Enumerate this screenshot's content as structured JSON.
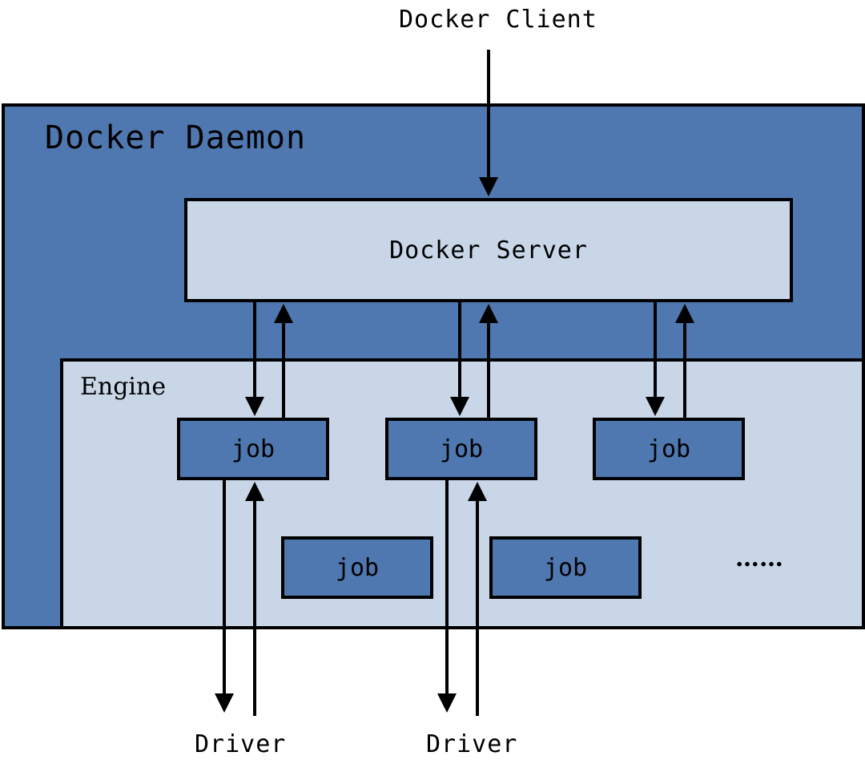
{
  "colors": {
    "daemon_fill": "#4f78b0",
    "engine_fill": "#c9d6e8",
    "server_fill": "#c9d6e8",
    "job_fill": "#4f78b0",
    "stroke": "#000000"
  },
  "client": {
    "label": "Docker Client"
  },
  "daemon": {
    "title": "Docker Daemon"
  },
  "server": {
    "label": "Docker Server"
  },
  "engine": {
    "label": "Engine",
    "jobs": [
      {
        "label": "job"
      },
      {
        "label": "job"
      },
      {
        "label": "job"
      },
      {
        "label": "job"
      },
      {
        "label": "job"
      }
    ],
    "ellipsis": "……"
  },
  "drivers": [
    {
      "label": "Driver"
    },
    {
      "label": "Driver"
    }
  ]
}
